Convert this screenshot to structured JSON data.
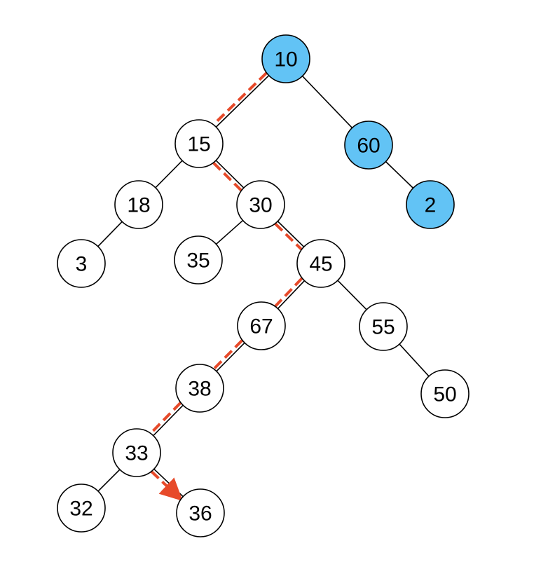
{
  "colors": {
    "highlight_fill": "#62C3F5",
    "default_fill": "#FFFFFF",
    "path_stroke": "#E74A2A"
  },
  "nodes": [
    {
      "id": "n10",
      "label": "10",
      "highlighted": true
    },
    {
      "id": "n15",
      "label": "15",
      "highlighted": false
    },
    {
      "id": "n60",
      "label": "60",
      "highlighted": true
    },
    {
      "id": "n18",
      "label": "18",
      "highlighted": false
    },
    {
      "id": "n30",
      "label": "30",
      "highlighted": false
    },
    {
      "id": "n2",
      "label": "2",
      "highlighted": true
    },
    {
      "id": "n3",
      "label": "3",
      "highlighted": false
    },
    {
      "id": "n35",
      "label": "35",
      "highlighted": false
    },
    {
      "id": "n45",
      "label": "45",
      "highlighted": false
    },
    {
      "id": "n67",
      "label": "67",
      "highlighted": false
    },
    {
      "id": "n55",
      "label": "55",
      "highlighted": false
    },
    {
      "id": "n38",
      "label": "38",
      "highlighted": false
    },
    {
      "id": "n50",
      "label": "50",
      "highlighted": false
    },
    {
      "id": "n33",
      "label": "33",
      "highlighted": false
    },
    {
      "id": "n32",
      "label": "32",
      "highlighted": false
    },
    {
      "id": "n36",
      "label": "36",
      "highlighted": false
    }
  ],
  "edges": [
    [
      "n10",
      "n15"
    ],
    [
      "n10",
      "n60"
    ],
    [
      "n60",
      "n2"
    ],
    [
      "n15",
      "n18"
    ],
    [
      "n15",
      "n30"
    ],
    [
      "n18",
      "n3"
    ],
    [
      "n30",
      "n35"
    ],
    [
      "n30",
      "n45"
    ],
    [
      "n45",
      "n67"
    ],
    [
      "n45",
      "n55"
    ],
    [
      "n55",
      "n50"
    ],
    [
      "n67",
      "n38"
    ],
    [
      "n38",
      "n33"
    ],
    [
      "n33",
      "n32"
    ],
    [
      "n33",
      "n36"
    ]
  ],
  "search_path": [
    "n10",
    "n15",
    "n30",
    "n45",
    "n67",
    "n38",
    "n33",
    "n36"
  ]
}
